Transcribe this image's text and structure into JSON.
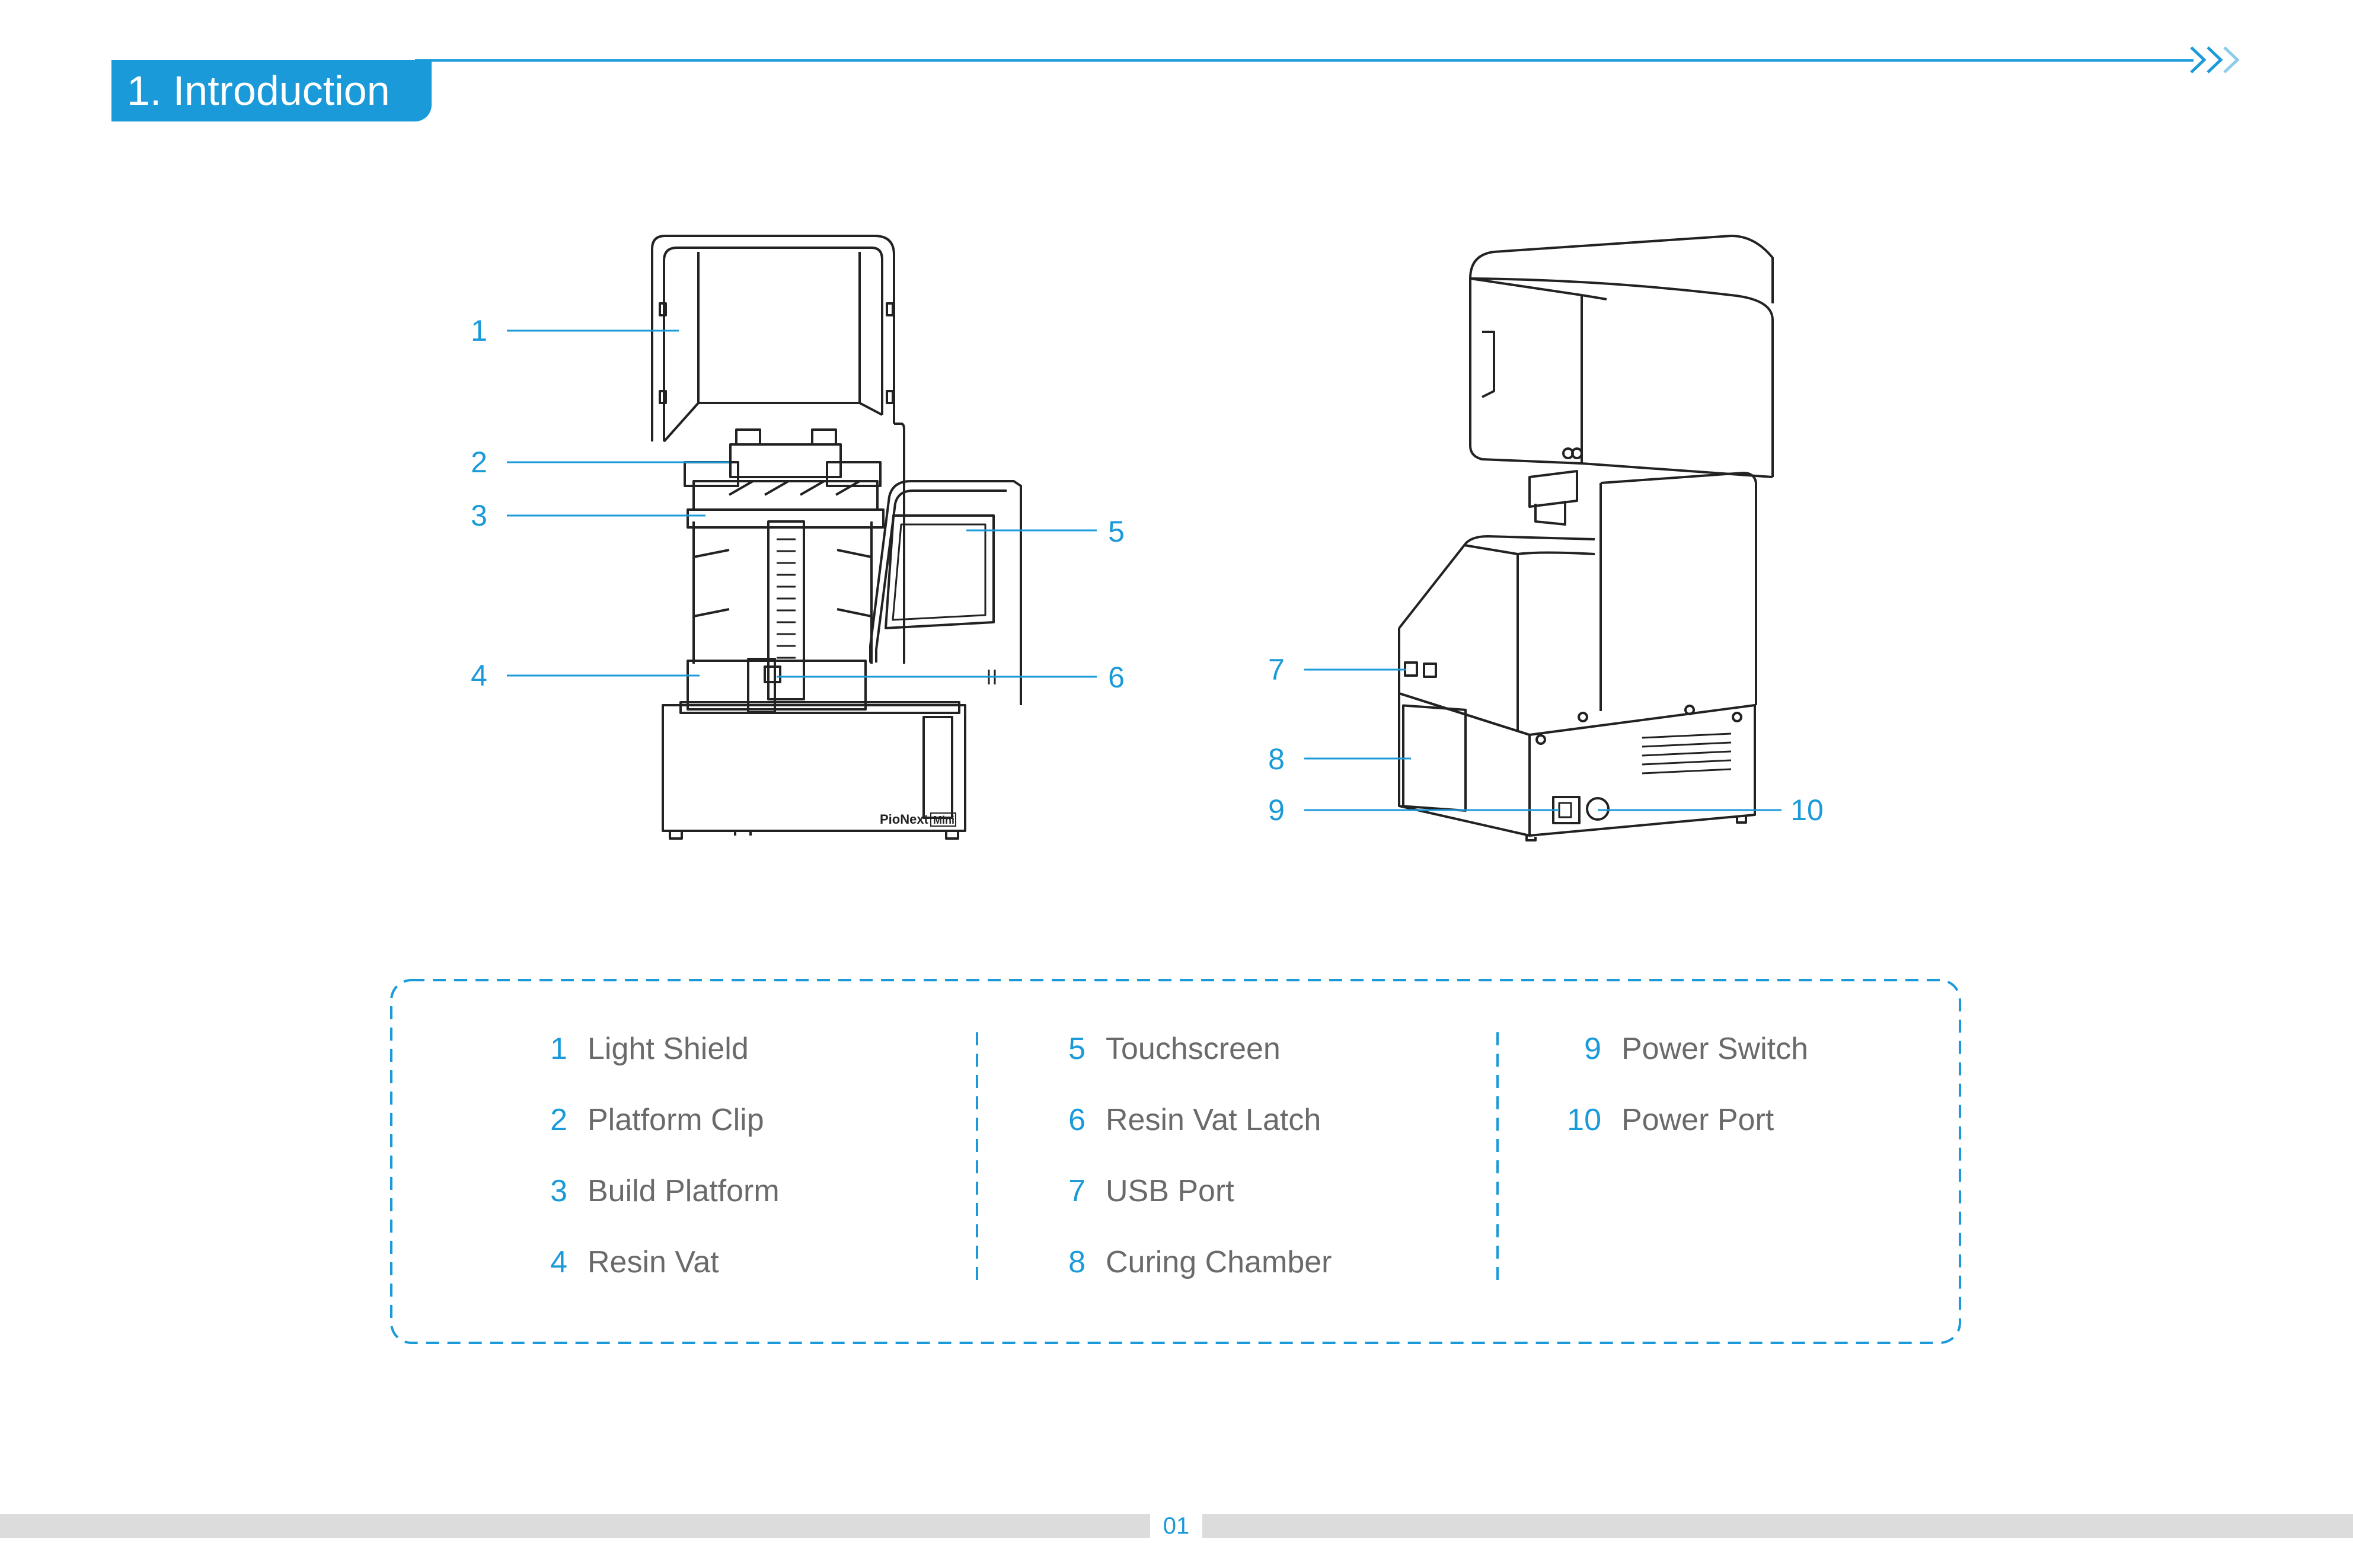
{
  "header": {
    "title": "1. Introduction",
    "accent_color": "#1a9ad9",
    "chevrons_icon": "double-chevron-right-icon"
  },
  "figure": {
    "brand_label": "PioNext",
    "model_badge": "Mini",
    "callouts": [
      "1",
      "2",
      "3",
      "4",
      "5",
      "6",
      "7",
      "8",
      "9",
      "10"
    ]
  },
  "legend": {
    "columns": [
      {
        "items": [
          {
            "num": "1",
            "label": "Light Shield"
          },
          {
            "num": "2",
            "label": "Platform Clip"
          },
          {
            "num": "3",
            "label": "Build Platform"
          },
          {
            "num": "4",
            "label": "Resin Vat"
          }
        ]
      },
      {
        "items": [
          {
            "num": "5",
            "label": "Touchscreen"
          },
          {
            "num": "6",
            "label": "Resin Vat Latch"
          },
          {
            "num": "7",
            "label": "USB Port"
          },
          {
            "num": "8",
            "label": "Curing Chamber"
          }
        ]
      },
      {
        "items": [
          {
            "num": "9",
            "label": "Power Switch"
          },
          {
            "num": "10",
            "label": "Power Port"
          }
        ]
      }
    ]
  },
  "footer": {
    "page_number": "01"
  }
}
